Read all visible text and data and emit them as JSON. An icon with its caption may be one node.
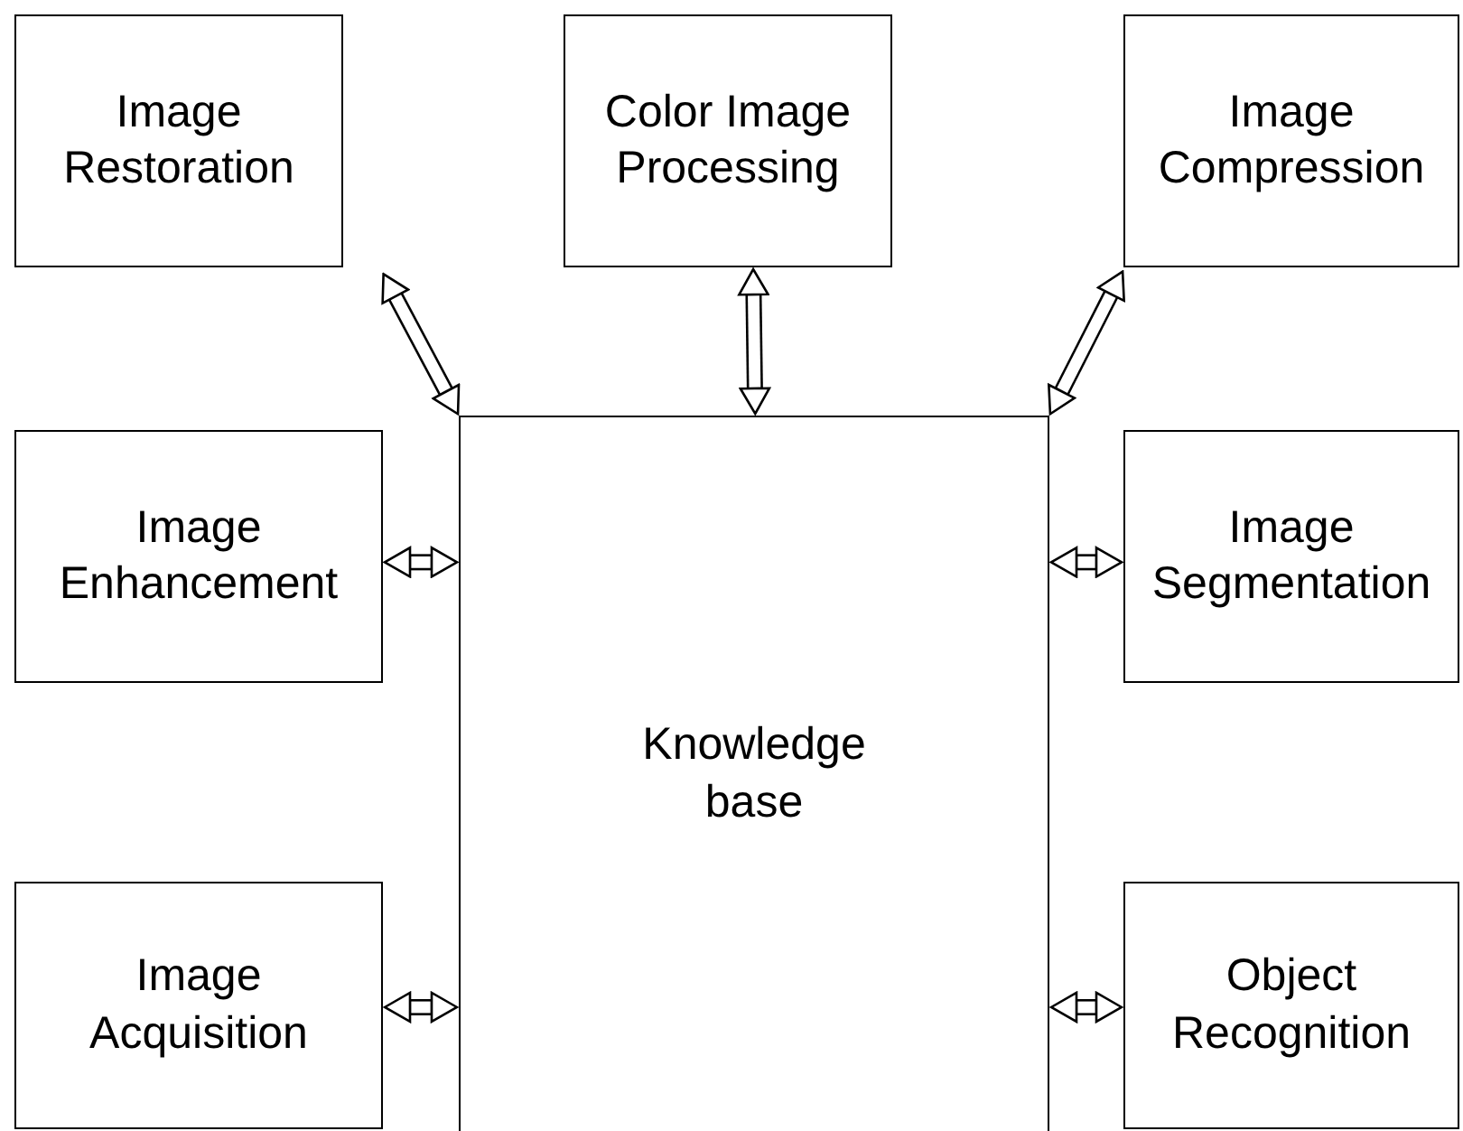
{
  "diagram": {
    "nodes": [
      {
        "text": [
          "Image Restoration"
        ]
      },
      {
        "text": [
          "Color Image Processing"
        ]
      },
      {
        "text": [
          "Image Compression"
        ]
      },
      {
        "text": [
          "Image Enhancement"
        ]
      },
      {
        "text": [
          "Image Segmentation"
        ]
      },
      {
        "text": [
          "Image Acquisition"
        ]
      },
      {
        "text": [
          "Object Recognition"
        ]
      },
      {
        "text": [
          "Knowledge base"
        ]
      }
    ],
    "edges": [
      {
        "from": 7,
        "to": 0,
        "arrow": "both"
      },
      {
        "from": 7,
        "to": 1,
        "arrow": "both"
      },
      {
        "from": 7,
        "to": 2,
        "arrow": "both"
      },
      {
        "from": 7,
        "to": 3,
        "arrow": "both"
      },
      {
        "from": 7,
        "to": 4,
        "arrow": "both"
      },
      {
        "from": 7,
        "to": 5,
        "arrow": "both"
      },
      {
        "from": 7,
        "to": 6,
        "arrow": "both"
      }
    ]
  }
}
